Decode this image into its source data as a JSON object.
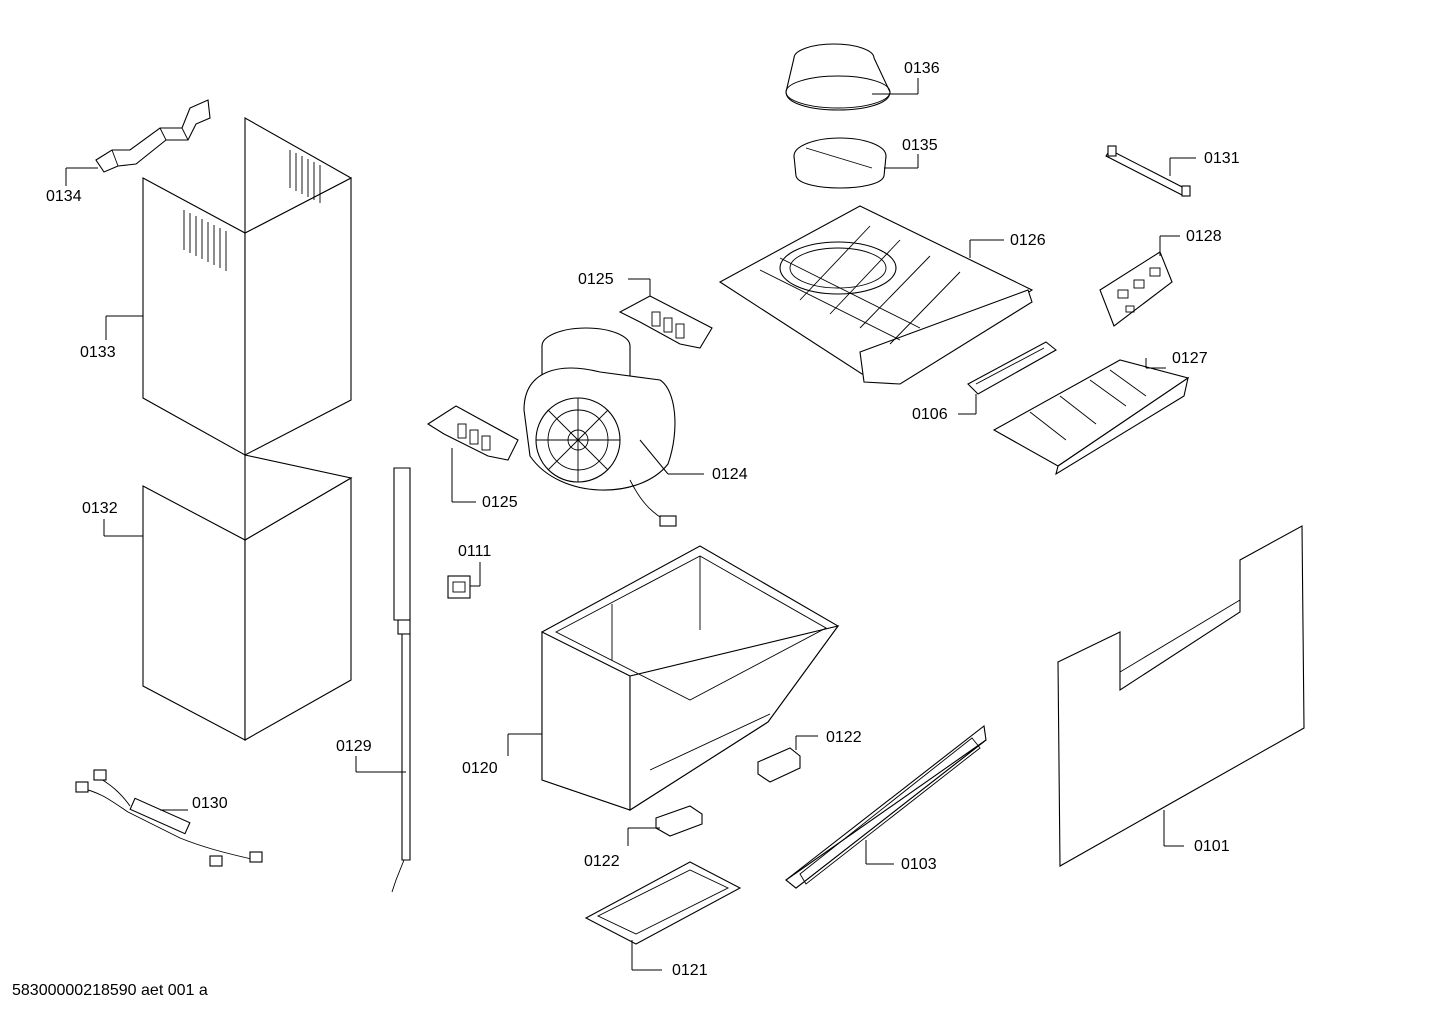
{
  "parts": [
    {
      "id": "p0101",
      "label": "0101"
    },
    {
      "id": "p0103",
      "label": "0103"
    },
    {
      "id": "p0106",
      "label": "0106"
    },
    {
      "id": "p0111",
      "label": "0111"
    },
    {
      "id": "p0120",
      "label": "0120"
    },
    {
      "id": "p0121",
      "label": "0121"
    },
    {
      "id": "p0122a",
      "label": "0122"
    },
    {
      "id": "p0122b",
      "label": "0122"
    },
    {
      "id": "p0124",
      "label": "0124"
    },
    {
      "id": "p0125a",
      "label": "0125"
    },
    {
      "id": "p0125b",
      "label": "0125"
    },
    {
      "id": "p0126",
      "label": "0126"
    },
    {
      "id": "p0127",
      "label": "0127"
    },
    {
      "id": "p0128",
      "label": "0128"
    },
    {
      "id": "p0129",
      "label": "0129"
    },
    {
      "id": "p0130",
      "label": "0130"
    },
    {
      "id": "p0131",
      "label": "0131"
    },
    {
      "id": "p0132",
      "label": "0132"
    },
    {
      "id": "p0133",
      "label": "0133"
    },
    {
      "id": "p0134",
      "label": "0134"
    },
    {
      "id": "p0135",
      "label": "0135"
    },
    {
      "id": "p0136",
      "label": "0136"
    }
  ],
  "footer": "58300000218590 aet 001 a"
}
